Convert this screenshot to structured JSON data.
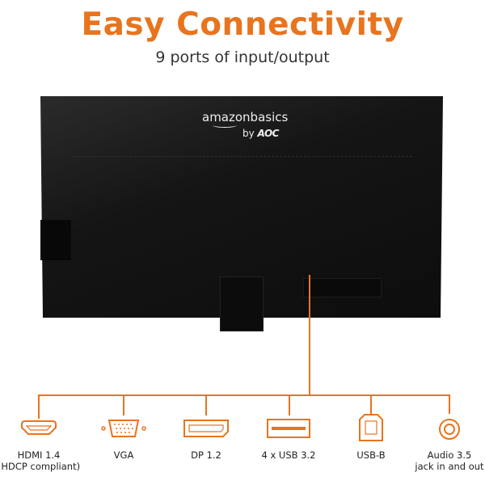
{
  "header": {
    "title": "Easy Connectivity",
    "subtitle": "9 ports of input/output"
  },
  "product": {
    "brand": "amazonbasics",
    "by": "by",
    "maker": "AOC"
  },
  "accent_color": "#E8741E",
  "ports": [
    {
      "icon": "hdmi-icon",
      "label": "HDMI 1.4",
      "sublabel": "(HDCP compliant)"
    },
    {
      "icon": "vga-icon",
      "label": "VGA"
    },
    {
      "icon": "displayport-icon",
      "label": "DP 1.2"
    },
    {
      "icon": "usb-a-icon",
      "label": "4 x USB 3.2"
    },
    {
      "icon": "usb-b-icon",
      "label": "USB-B"
    },
    {
      "icon": "audio-jack-icon",
      "label": "Audio 3.5",
      "sublabel": "jack in and out"
    }
  ]
}
